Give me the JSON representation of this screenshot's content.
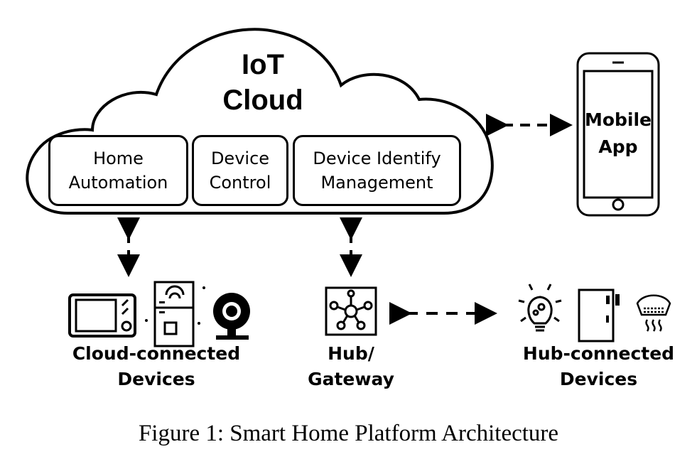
{
  "cloud": {
    "title_line1": "IoT",
    "title_line2": "Cloud",
    "modules": [
      {
        "line1": "Home",
        "line2": "Automation"
      },
      {
        "line1": "Device",
        "line2": "Control"
      },
      {
        "line1": "Device Identify",
        "line2": "Management"
      }
    ]
  },
  "mobile_app": {
    "line1": "Mobile",
    "line2": "App"
  },
  "cloud_devices": {
    "line1": "Cloud-connected",
    "line2": "Devices",
    "icons": [
      "microwave-icon",
      "fridge-icon",
      "webcam-icon"
    ]
  },
  "hub": {
    "line1": "Hub/",
    "line2": "Gateway",
    "icon": "hub-network-icon"
  },
  "hub_devices": {
    "line1": "Hub-connected",
    "line2": "Devices",
    "icons": [
      "smart-bulb-icon",
      "door-sensor-icon",
      "smoke-detector-icon"
    ]
  },
  "caption": "Figure 1: Smart Home Platform Architecture"
}
